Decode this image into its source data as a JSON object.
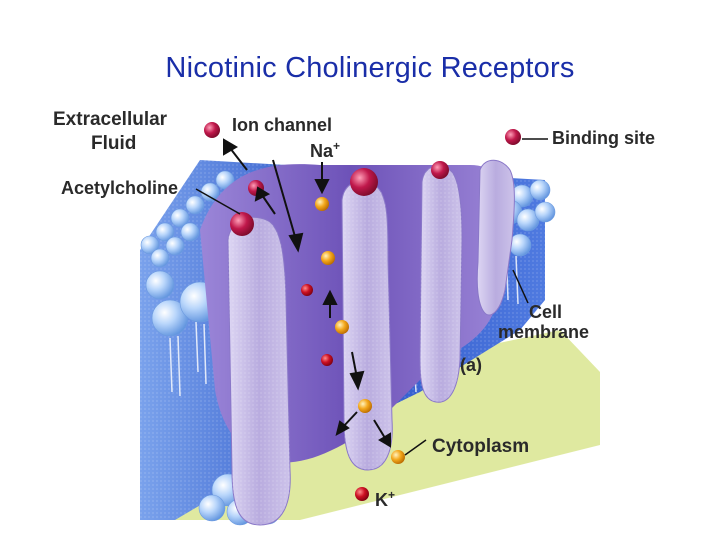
{
  "title": "Nicotinic Cholinergic Receptors",
  "labels": {
    "extracellular_1": "Extracellular",
    "extracellular_2": "Fluid",
    "ion_channel": "Ion channel",
    "na": "Na",
    "na_charge": "+",
    "acetylcholine": "Acetylcholine",
    "binding_site": "Binding site",
    "cell": "Cell",
    "membrane": "membrane",
    "panel": "(a)",
    "cytoplasm": "Cytoplasm",
    "k": "K",
    "k_charge": "+"
  },
  "colors": {
    "title": "#1a2ea8",
    "membrane_blue": "#2f57c9",
    "protein_purple": "#7c62c4",
    "subunit_lavender": "#c6bbe8",
    "acetylcholine_red": "#b0103f",
    "sodium_orange": "#f2a21b",
    "potassium_red": "#c8102e",
    "cytoplasm_green": "#dfe9a0"
  }
}
